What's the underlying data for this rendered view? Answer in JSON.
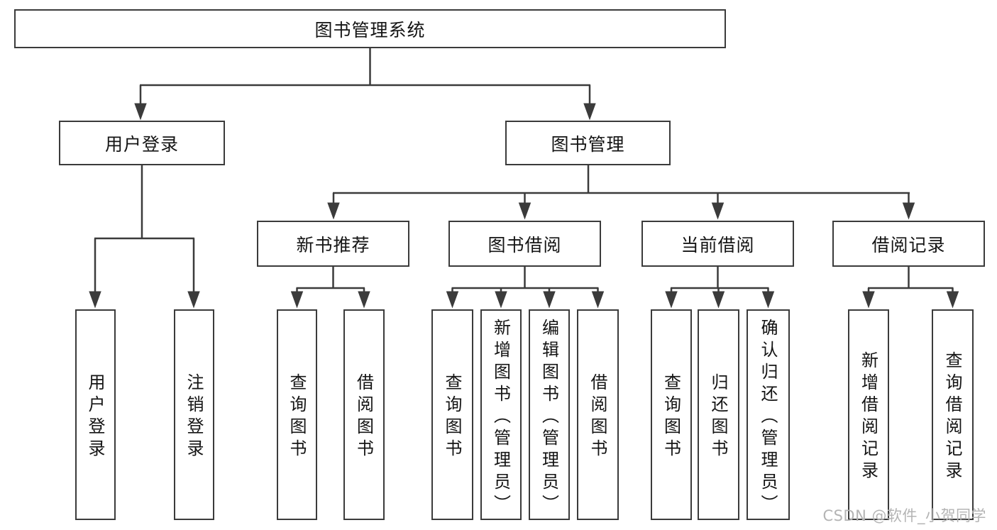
{
  "diagram": {
    "root": "图书管理系统",
    "level2": [
      "用户登录",
      "图书管理"
    ],
    "level3": [
      "新书推荐",
      "图书借阅",
      "当前借阅",
      "借阅记录"
    ],
    "leaves_login": [
      "用户登录",
      "注销登录"
    ],
    "leaves_recommend": [
      "查询图书",
      "借阅图书"
    ],
    "leaves_borrow": [
      "查询图书",
      "新增图书（管理员）",
      "编辑图书（管理员）",
      "借阅图书"
    ],
    "leaves_current": [
      "查询图书",
      "归还图书",
      "确认归还（管理员）"
    ],
    "leaves_records": [
      "新增借阅记录",
      "查询借阅记录"
    ]
  },
  "watermark": "CSDN @软件_小贺同学",
  "colors": {
    "line": "#3b3b3b",
    "text": "#141414",
    "watermark": "#b4b4b4",
    "background": "#ffffff"
  }
}
